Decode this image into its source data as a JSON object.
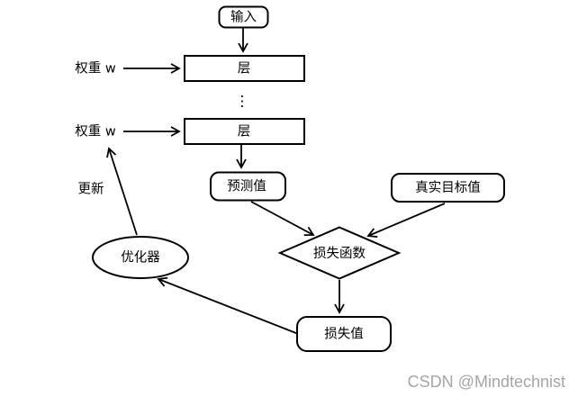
{
  "nodes": {
    "input": {
      "label": "输入",
      "shape": "rounded-rect"
    },
    "weight_top": {
      "label": "权重 w"
    },
    "layer_top": {
      "label": "层",
      "shape": "rect"
    },
    "ellipsis": {
      "label": "⋮"
    },
    "weight_bottom": {
      "label": "权重 w"
    },
    "layer_bottom": {
      "label": "层",
      "shape": "rect"
    },
    "predicted_value": {
      "label": "预测值",
      "shape": "rounded-rect"
    },
    "true_target": {
      "label": "真实目标值",
      "shape": "rounded-rect"
    },
    "loss_function": {
      "label": "损失函数",
      "shape": "diamond"
    },
    "loss_value": {
      "label": "损失值",
      "shape": "rounded-rect"
    },
    "optimizer": {
      "label": "优化器",
      "shape": "ellipse"
    }
  },
  "edge_labels": {
    "update": "更新"
  },
  "watermark": {
    "text": "CSDN @Mindtechnist",
    "color": "#a6a6a6"
  },
  "style": {
    "background": "#ffffff",
    "line_color": "#000000",
    "text_color": "#000000"
  }
}
